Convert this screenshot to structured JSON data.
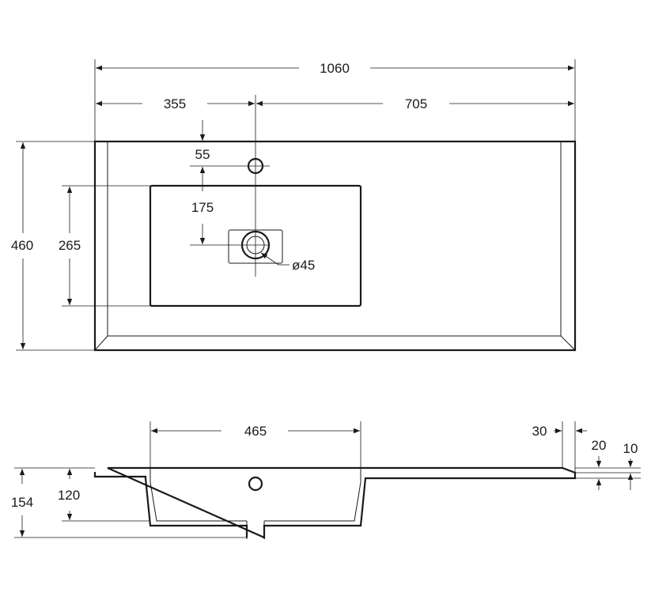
{
  "plan_view": {
    "total_width": "1060",
    "left_to_tap": "355",
    "tap_to_right": "705",
    "total_depth": "460",
    "bowl_depth": "265",
    "tap_hole_offset": "55",
    "tap_to_drain": "175",
    "drain_diameter": "ø45"
  },
  "section_view": {
    "bowl_width": "465",
    "edge_margin": "30",
    "slab_thickness_outer": "20",
    "slab_thickness_edge": "10",
    "total_height": "154",
    "bowl_height": "120"
  },
  "colors": {
    "line": "#1a1a1a",
    "background": "#ffffff"
  }
}
